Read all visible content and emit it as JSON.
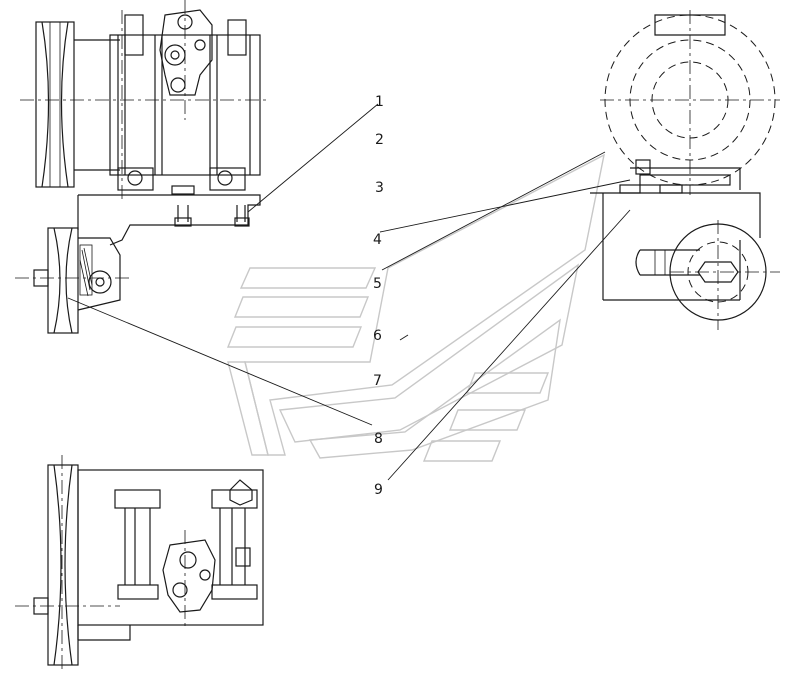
{
  "callouts": [
    {
      "id": "1",
      "label": "1"
    },
    {
      "id": "2",
      "label": "2"
    },
    {
      "id": "3",
      "label": "3"
    },
    {
      "id": "4",
      "label": "4"
    },
    {
      "id": "5",
      "label": "5"
    },
    {
      "id": "6",
      "label": "6"
    },
    {
      "id": "7",
      "label": "7"
    },
    {
      "id": "8",
      "label": "8"
    },
    {
      "id": "9",
      "label": "9"
    }
  ],
  "watermark": {
    "type": "logo",
    "color": "#c8c8c8"
  },
  "line_color": "#1a1a1a"
}
